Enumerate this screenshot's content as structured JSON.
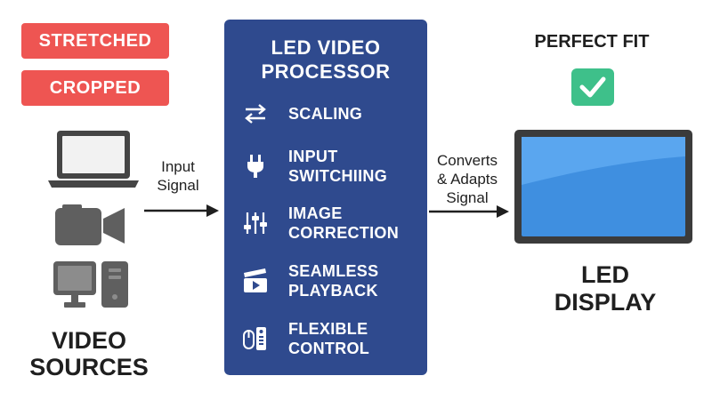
{
  "badges": {
    "stretched": "STRETCHED",
    "cropped": "CROPPED"
  },
  "sources": {
    "title_line1": "VIDEO",
    "title_line2": "SOURCES",
    "icons": [
      "laptop-icon",
      "camera-icon",
      "desktop-icon"
    ]
  },
  "input_arrow": {
    "line1": "Input",
    "line2": "Signal"
  },
  "processor": {
    "title_line1": "LED VIDEO",
    "title_line2": "PROCESSOR",
    "features": [
      {
        "icon": "scaling-icon",
        "line1": "SCALING",
        "line2": ""
      },
      {
        "icon": "plug-icon",
        "line1": "INPUT",
        "line2": "SWITCHIING"
      },
      {
        "icon": "sliders-icon",
        "line1": "IMAGE",
        "line2": "CORRECTION"
      },
      {
        "icon": "clapper-play-icon",
        "line1": "SEAMLESS",
        "line2": "PLAYBACK"
      },
      {
        "icon": "remote-mouse-icon",
        "line1": "FLEXIBLE",
        "line2": "CONTROL"
      }
    ]
  },
  "output_arrow": {
    "line1": "Converts",
    "line2": "& Adapts",
    "line3": "Signal"
  },
  "result": {
    "title": "PERFECT FIT",
    "icon": "checkmark-icon"
  },
  "display": {
    "title_line1": "LED",
    "title_line2": "DISPLAY"
  },
  "colors": {
    "badge_red": "#ee5552",
    "processor_blue": "#2f4a8e",
    "check_green": "#3ec08a",
    "screen_blue": "#3f8fe0",
    "icon_gray": "#5f5f5f"
  }
}
